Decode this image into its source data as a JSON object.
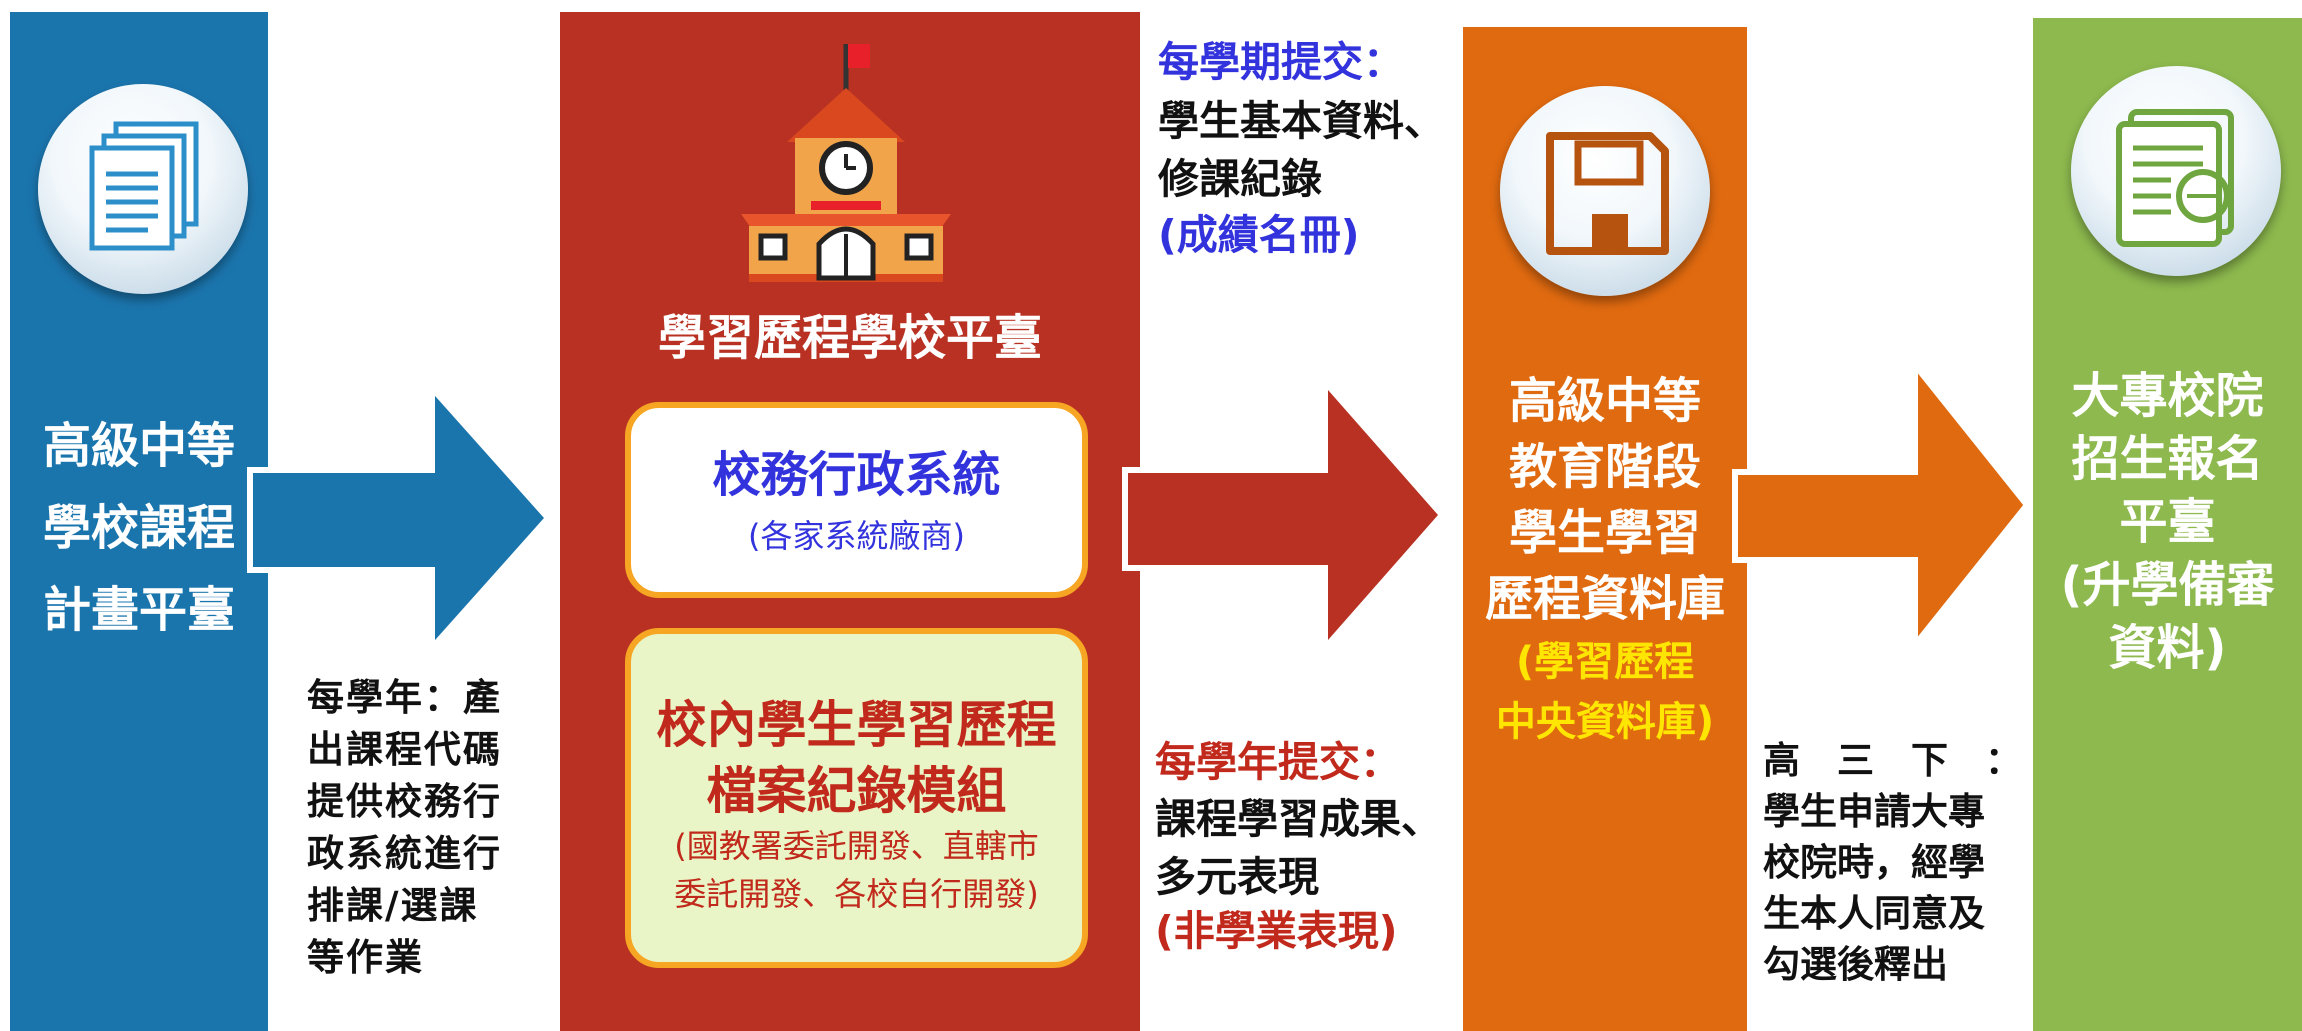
{
  "colors": {
    "blue": "#1b75ad",
    "red": "#b83122",
    "orange": "#e06a10",
    "green": "#8db94e",
    "box_border": "#f6a623",
    "blue_text": "#3333dd",
    "red_text": "#c0291b",
    "yellow_text": "#ffe600"
  },
  "icons": [
    "documents-icon",
    "school-building-icon",
    "floppy-disk-icon",
    "report-document-icon"
  ],
  "blue_column": {
    "title": "高級中等\n學校課程\n計畫平臺"
  },
  "note_blue": {
    "text": "每學年：產\n出課程代碼\n提供校務行\n政系統進行\n排課/選課\n等作業"
  },
  "red_column": {
    "title": "學習歷程學校平臺",
    "box1": {
      "title": "校務行政系統",
      "subtitle": "(各家系統廠商)"
    },
    "box2": {
      "title": "校內學生學習歷程\n檔案紀錄模組",
      "subtitle": "(國教署委託開發、直轄市\n委託開發、各校自行開發)"
    }
  },
  "note_top": {
    "heading": "每學期提交：",
    "body": "學生基本資料、\n修課紀錄",
    "paren": "(成績名冊)"
  },
  "note_bottom": {
    "heading": "每學年提交：",
    "body": "課程學習成果、\n多元表現",
    "paren": "(非學業表現)"
  },
  "orange_column": {
    "title": "高級中等\n教育階段\n學生學習\n歷程資料庫",
    "subtitle": "(學習歷程\n中央資料庫)"
  },
  "note_orange": {
    "text": "高　三　下　：\n學生申請大專\n校院時，經學\n生本人同意及\n勾選後釋出"
  },
  "green_column": {
    "title": "大專校院\n招生報名\n平臺\n(升學備審\n資料)"
  }
}
